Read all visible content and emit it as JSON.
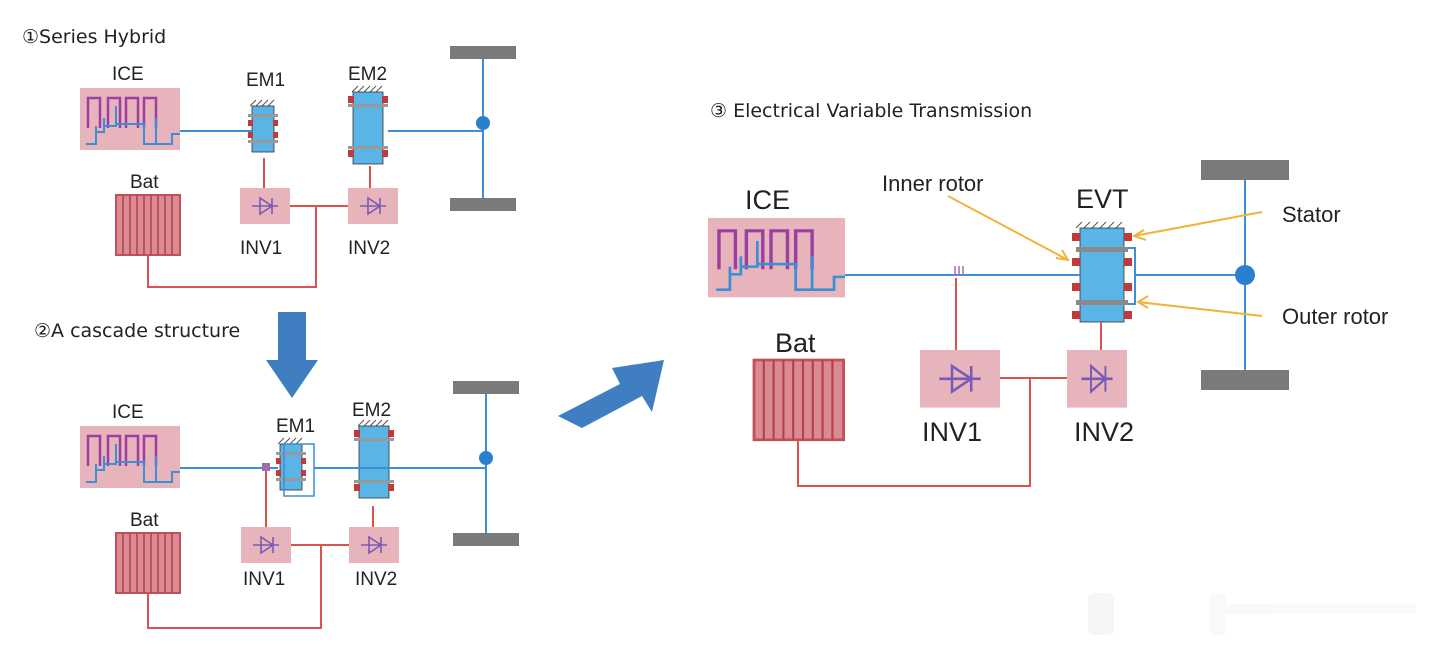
{
  "titles": {
    "series": "①Series Hybrid",
    "cascade": "②A cascade structure",
    "evt": "③  Electrical Variable Transmission"
  },
  "labels": {
    "ice": "ICE",
    "bat": "Bat",
    "em1": "EM1",
    "em2": "EM2",
    "inv1": "INV1",
    "inv2": "INV2",
    "evt": "EVT",
    "inner_rotor": "Inner rotor",
    "stator": "Stator",
    "outer_rotor": "Outer rotor"
  },
  "colors": {
    "shaft": "#3a8fd6",
    "wire": "#d9534f",
    "block_pink": "#e8b4bc",
    "motor_blue": "#5bb4e6",
    "wheel_gray": "#7a7a7a",
    "arrow_blue": "#3f7fc1",
    "annot_orange": "#f0b43c",
    "ice_purple": "#9b3fa0"
  }
}
